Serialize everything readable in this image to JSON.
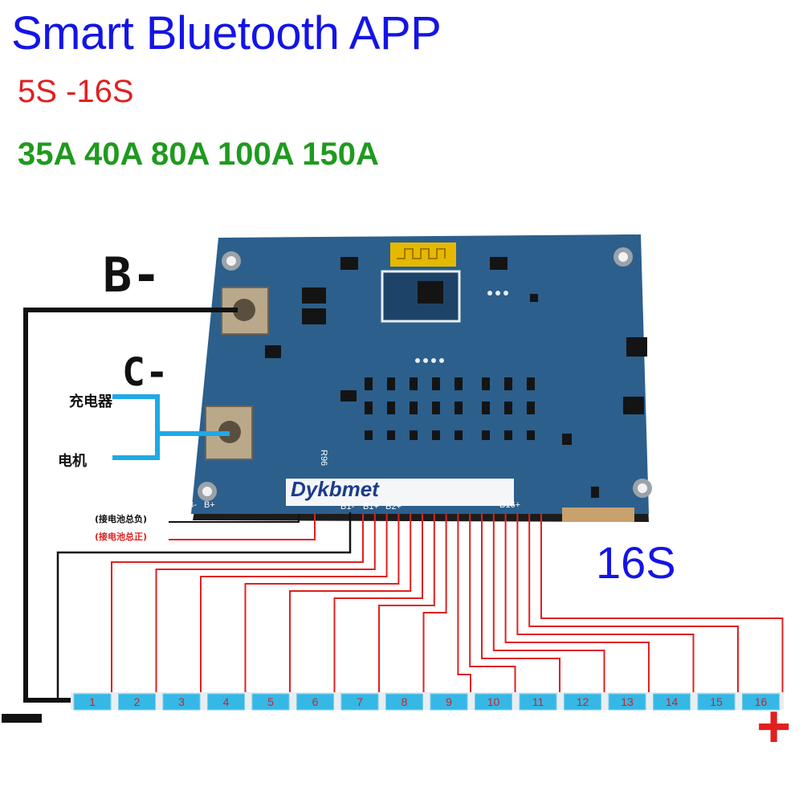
{
  "title": "Smart Bluetooth APP",
  "cell_range": "5S -16S",
  "current_ratings": "35A 40A 80A 100A 150A",
  "cell_config": "16S",
  "terminals": {
    "b_minus": "B-",
    "c_minus": "C-",
    "charger": "充电器",
    "motor": "电机",
    "pack_negative_note": "(接电池总负)",
    "pack_positive_note": "(接电池总正)"
  },
  "board_labels": {
    "brand": "Dykbmet",
    "b_minus_pad": "B-",
    "b_plus_pad": "B+",
    "b1_minus": "B1-",
    "b1_plus": "B1+",
    "b2_plus": "B2+",
    "b16_plus": "B16+",
    "resistor": "R96"
  },
  "cells": [
    "1",
    "2",
    "3",
    "4",
    "5",
    "6",
    "7",
    "8",
    "9",
    "10",
    "11",
    "12",
    "13",
    "14",
    "15",
    "16"
  ],
  "colors": {
    "title": "#1414e6",
    "range": "#e02020",
    "currents": "#1f9a1f",
    "wire_red": "#e02020",
    "wire_black": "#111111",
    "wire_blue": "#1fa9e6",
    "pcb": "#2c5f8c",
    "cell": "#35b8e6"
  }
}
